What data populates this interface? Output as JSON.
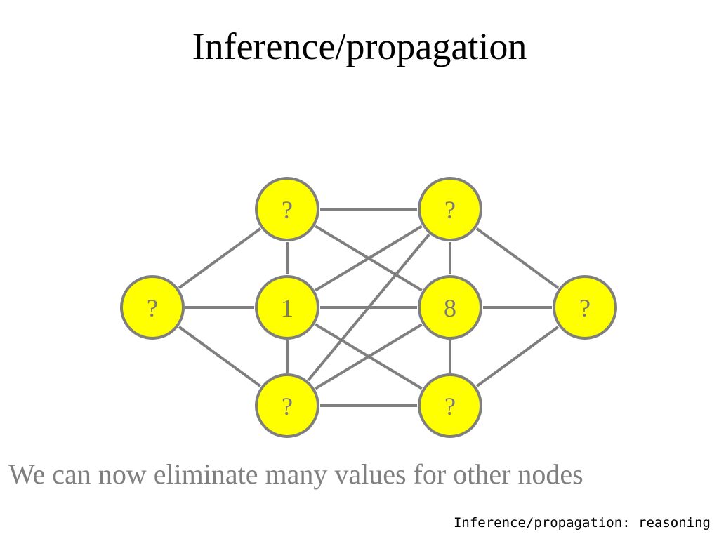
{
  "slide": {
    "title": "Inference/propagation",
    "caption": "We can now eliminate many values for other nodes",
    "footer": "Inference/propagation: reasoning"
  },
  "graph": {
    "node_fill": "#ffff00",
    "node_stroke": "#7f7f7f",
    "edge_color": "#7f7f7f",
    "label_color": "#7a7a7a",
    "nodes": [
      {
        "id": "left",
        "label": "?"
      },
      {
        "id": "top-left",
        "label": "?"
      },
      {
        "id": "mid-left",
        "label": "1"
      },
      {
        "id": "bottom-left",
        "label": "?"
      },
      {
        "id": "top-right",
        "label": "?"
      },
      {
        "id": "mid-right",
        "label": "8"
      },
      {
        "id": "bottom-right",
        "label": "?"
      },
      {
        "id": "right",
        "label": "?"
      }
    ],
    "edges": [
      [
        "left",
        "top-left"
      ],
      [
        "left",
        "mid-left"
      ],
      [
        "left",
        "bottom-left"
      ],
      [
        "top-left",
        "mid-left"
      ],
      [
        "mid-left",
        "bottom-left"
      ],
      [
        "top-right",
        "mid-right"
      ],
      [
        "mid-right",
        "bottom-right"
      ],
      [
        "top-left",
        "top-right"
      ],
      [
        "top-left",
        "mid-right"
      ],
      [
        "mid-left",
        "top-right"
      ],
      [
        "mid-left",
        "mid-right"
      ],
      [
        "mid-left",
        "bottom-right"
      ],
      [
        "bottom-left",
        "mid-right"
      ],
      [
        "bottom-left",
        "top-right"
      ],
      [
        "bottom-left",
        "bottom-right"
      ],
      [
        "top-right",
        "right"
      ],
      [
        "mid-right",
        "right"
      ],
      [
        "bottom-right",
        "right"
      ]
    ]
  }
}
